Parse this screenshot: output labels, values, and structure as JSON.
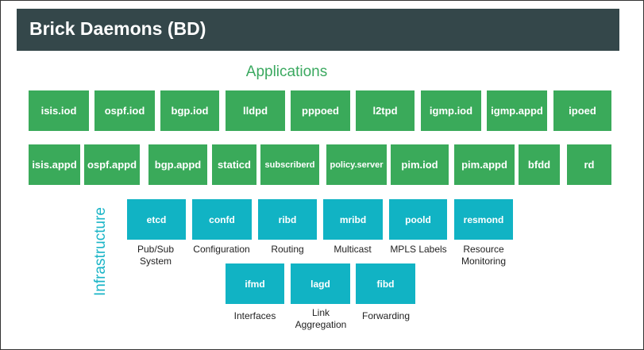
{
  "title": "Brick Daemons (BD)",
  "sections": {
    "applications": "Applications",
    "infrastructure": "Infrastructure"
  },
  "colors": {
    "header_bg": "#34474a",
    "application_box": "#3aaa5a",
    "infrastructure_box": "#11b3c4",
    "applications_label": "#3ba960",
    "infrastructure_label": "#1bb5c7"
  },
  "applications_row1": [
    "isis.iod",
    "ospf.iod",
    "bgp.iod",
    "lldpd",
    "pppoed",
    "l2tpd",
    "igmp.iod",
    "igmp.appd",
    "ipoed"
  ],
  "applications_row2": [
    "isis.appd",
    "ospf.appd",
    "bgp.appd",
    "staticd",
    "subscriberd",
    "policy.server",
    "pim.iod",
    "pim.appd",
    "bfdd",
    "rd"
  ],
  "infrastructure_row1": [
    {
      "name": "etcd",
      "caption": [
        "Pub/Sub",
        "System"
      ]
    },
    {
      "name": "confd",
      "caption": [
        "Configuration"
      ]
    },
    {
      "name": "ribd",
      "caption": [
        "Routing"
      ]
    },
    {
      "name": "mribd",
      "caption": [
        "Multicast"
      ]
    },
    {
      "name": "poold",
      "caption": [
        "MPLS Labels"
      ]
    },
    {
      "name": "resmond",
      "caption": [
        "Resource",
        "Monitoring"
      ]
    }
  ],
  "infrastructure_row2": [
    {
      "name": "ifmd",
      "caption": [
        "Interfaces"
      ]
    },
    {
      "name": "lagd",
      "caption": [
        "Link",
        "Aggregation"
      ]
    },
    {
      "name": "fibd",
      "caption": [
        "Forwarding"
      ]
    }
  ]
}
